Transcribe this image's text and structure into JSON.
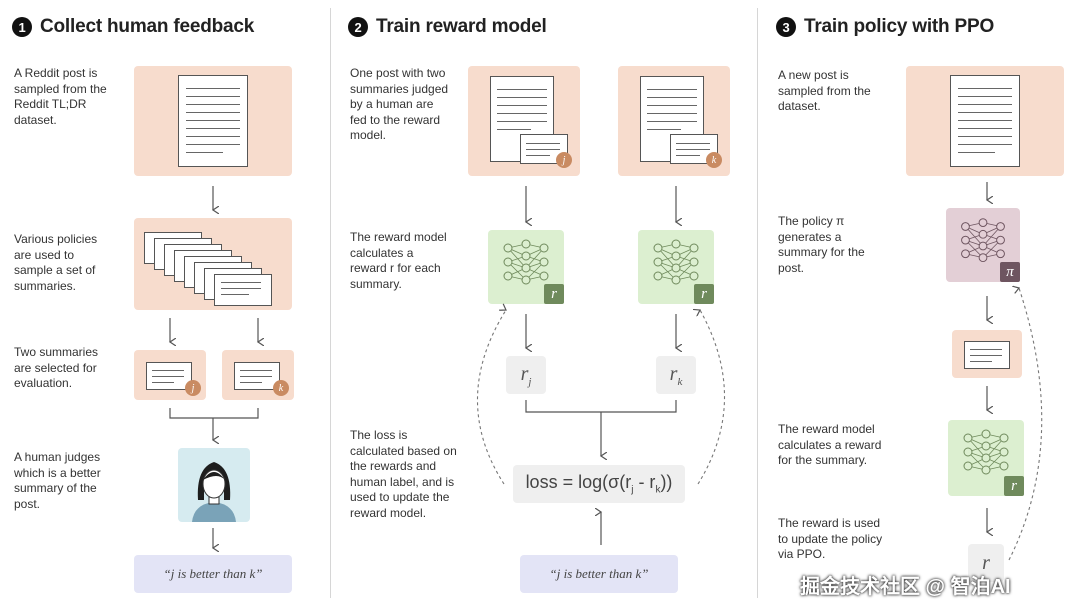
{
  "sections": {
    "s1": {
      "number": "1",
      "title": "Collect human feedback",
      "desc_post": "A Reddit post is sampled from the Reddit TL;DR dataset.",
      "desc_policies": "Various policies are used to sample a set of summaries.",
      "desc_two": "Two summaries are selected for evaluation.",
      "desc_human": "A human judges which is a better summary of the post.",
      "quote": "“j is better than k”",
      "badge_j": "j",
      "badge_k": "k"
    },
    "s2": {
      "number": "2",
      "title": "Train reward model",
      "desc_post": "One post with two summaries judged by a human are fed to the reward model.",
      "desc_reward": "The reward model calculates a reward r for each summary.",
      "desc_loss": "The loss is calculated based on the rewards and human label, and is used to update the reward model.",
      "badge_j": "j",
      "badge_k": "k",
      "r_badge": "r",
      "r_j_main": "r",
      "r_j_sub": "j",
      "r_k_main": "r",
      "r_k_sub": "k",
      "loss_prefix": "loss = log(σ(r",
      "loss_sub_j": "j",
      "loss_mid": " - r",
      "loss_sub_k": "k",
      "loss_suffix": "))",
      "quote": "“j is better than k”"
    },
    "s3": {
      "number": "3",
      "title": "Train policy with PPO",
      "desc_post": "A new post is sampled from the dataset.",
      "desc_policy": "The policy π generates a summary for the post.",
      "desc_reward": "The reward model calculates a reward for the summary.",
      "desc_update": "The reward is used to update the policy via PPO.",
      "pi_badge": "π",
      "r_badge": "r",
      "r_text": "r"
    }
  },
  "watermark": "掘金技术社区 @ 智泊AI"
}
